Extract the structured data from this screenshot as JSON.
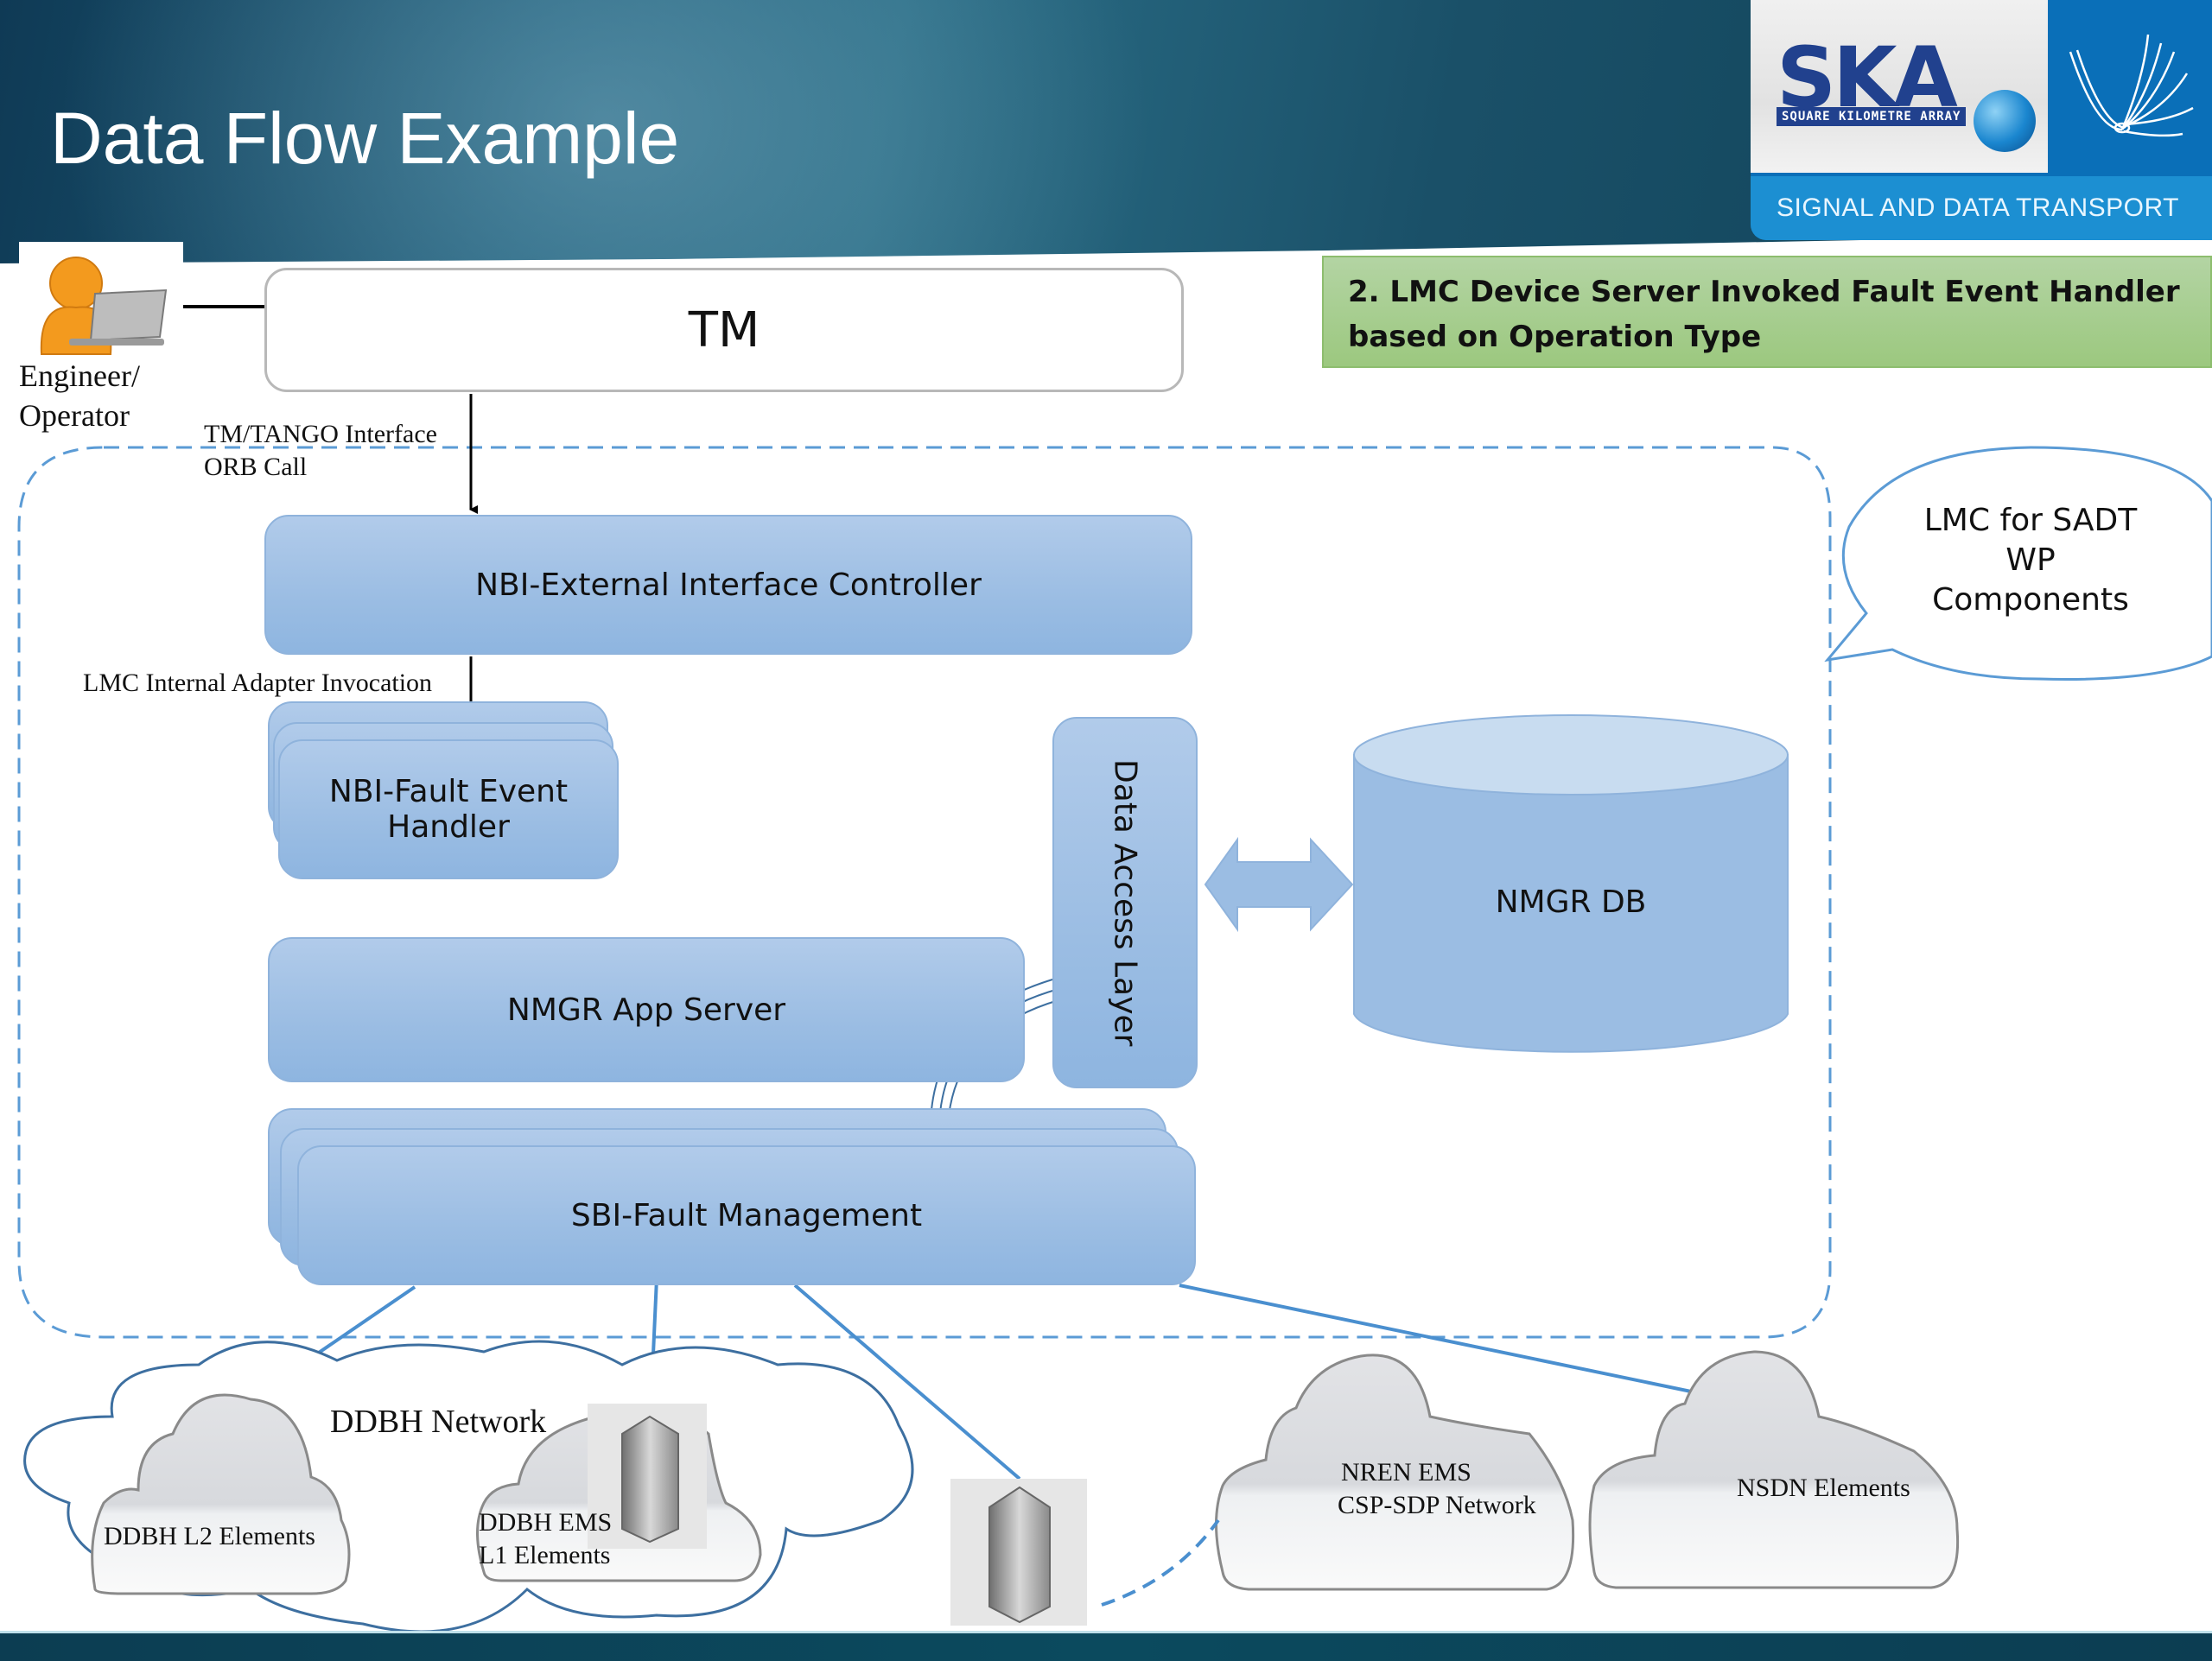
{
  "slide": {
    "title": "Data Flow Example",
    "logo": {
      "brand": "SKA",
      "brand_subtitle": "SQUARE KILOMETRE ARRAY",
      "band_text": "SIGNAL AND DATA TRANSPORT"
    },
    "step_note": "2. LMC Device Server Invoked Fault Event Handler based on Operation Type",
    "colors": {
      "header": "#1d5d7a",
      "component_fill": "#9bbde3",
      "component_border": "#8fb3dc",
      "note_fill": "#a6cc8c",
      "dashed_boundary": "#5b9bd5",
      "link_line": "#5b9bd5"
    }
  },
  "diagram": {
    "actor": {
      "label_line1": "Engineer/",
      "label_line2": "Operator",
      "icon": "user-laptop-icon"
    },
    "tm": {
      "label": "TM"
    },
    "edges": {
      "tm_to_nbi_line1": "TM/TANGO Interface",
      "tm_to_nbi_line2": "ORB Call",
      "nbi_to_handler": "LMC Internal Adapter Invocation"
    },
    "components": {
      "nbi_controller": "NBI-External Interface Controller",
      "fault_handler_line1": "NBI-Fault Event",
      "fault_handler_line2": "Handler",
      "app_server": "NMGR App Server",
      "data_access": "Data Access Layer",
      "db": "NMGR DB",
      "sbi_fault": "SBI-Fault Management"
    },
    "boundary_callout": {
      "line1": "LMC for SADT",
      "line2": "WP",
      "line3": "Components"
    },
    "networks": {
      "ddbh_network": "DDBH Network",
      "ddbh_l2": "DDBH L2 Elements",
      "ddbh_ems_line1": "DDBH EMS",
      "ddbh_ems_line2": "L1 Elements",
      "nren_line1": "NREN EMS",
      "nren_line2": "CSP-SDP Network",
      "nsdn": "NSDN Elements"
    }
  }
}
